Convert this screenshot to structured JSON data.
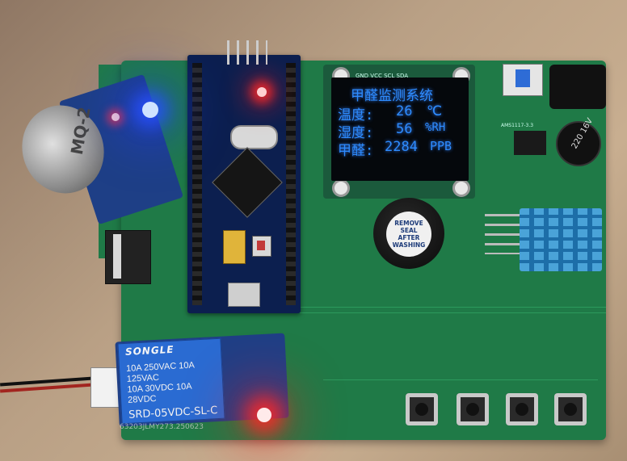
{
  "oled": {
    "title": "甲醛监测系统",
    "rows": [
      {
        "label": "温度:",
        "value": "26",
        "unit": "℃"
      },
      {
        "label": "湿度:",
        "value": "56",
        "unit": "%RH"
      },
      {
        "label": "甲醛:",
        "value": "2284",
        "unit": "PPB"
      }
    ],
    "pin_labels": "GND VCC SCL SDA"
  },
  "gas_sensor": {
    "label": "MQ-2"
  },
  "buzzer": {
    "lines": [
      "REMOVE",
      "SEAL",
      "AFTER",
      "WASHING"
    ]
  },
  "relay": {
    "brand": "SONGLE",
    "spec_line1": "10A 250VAC  10A 125VAC",
    "spec_line2": "10A  30VDC  10A  28VDC",
    "model": "SRD-05VDC-SL-C"
  },
  "capacitor": {
    "label": "220 16V"
  },
  "regulator": {
    "label": "AMS1117-3.3"
  },
  "board_id": "63203JLMY273.250623",
  "colors": {
    "pcb": "#1f7a47",
    "oled_text": "#2e8cff",
    "led_blue": "#2850ff",
    "led_red": "#ff2828"
  }
}
